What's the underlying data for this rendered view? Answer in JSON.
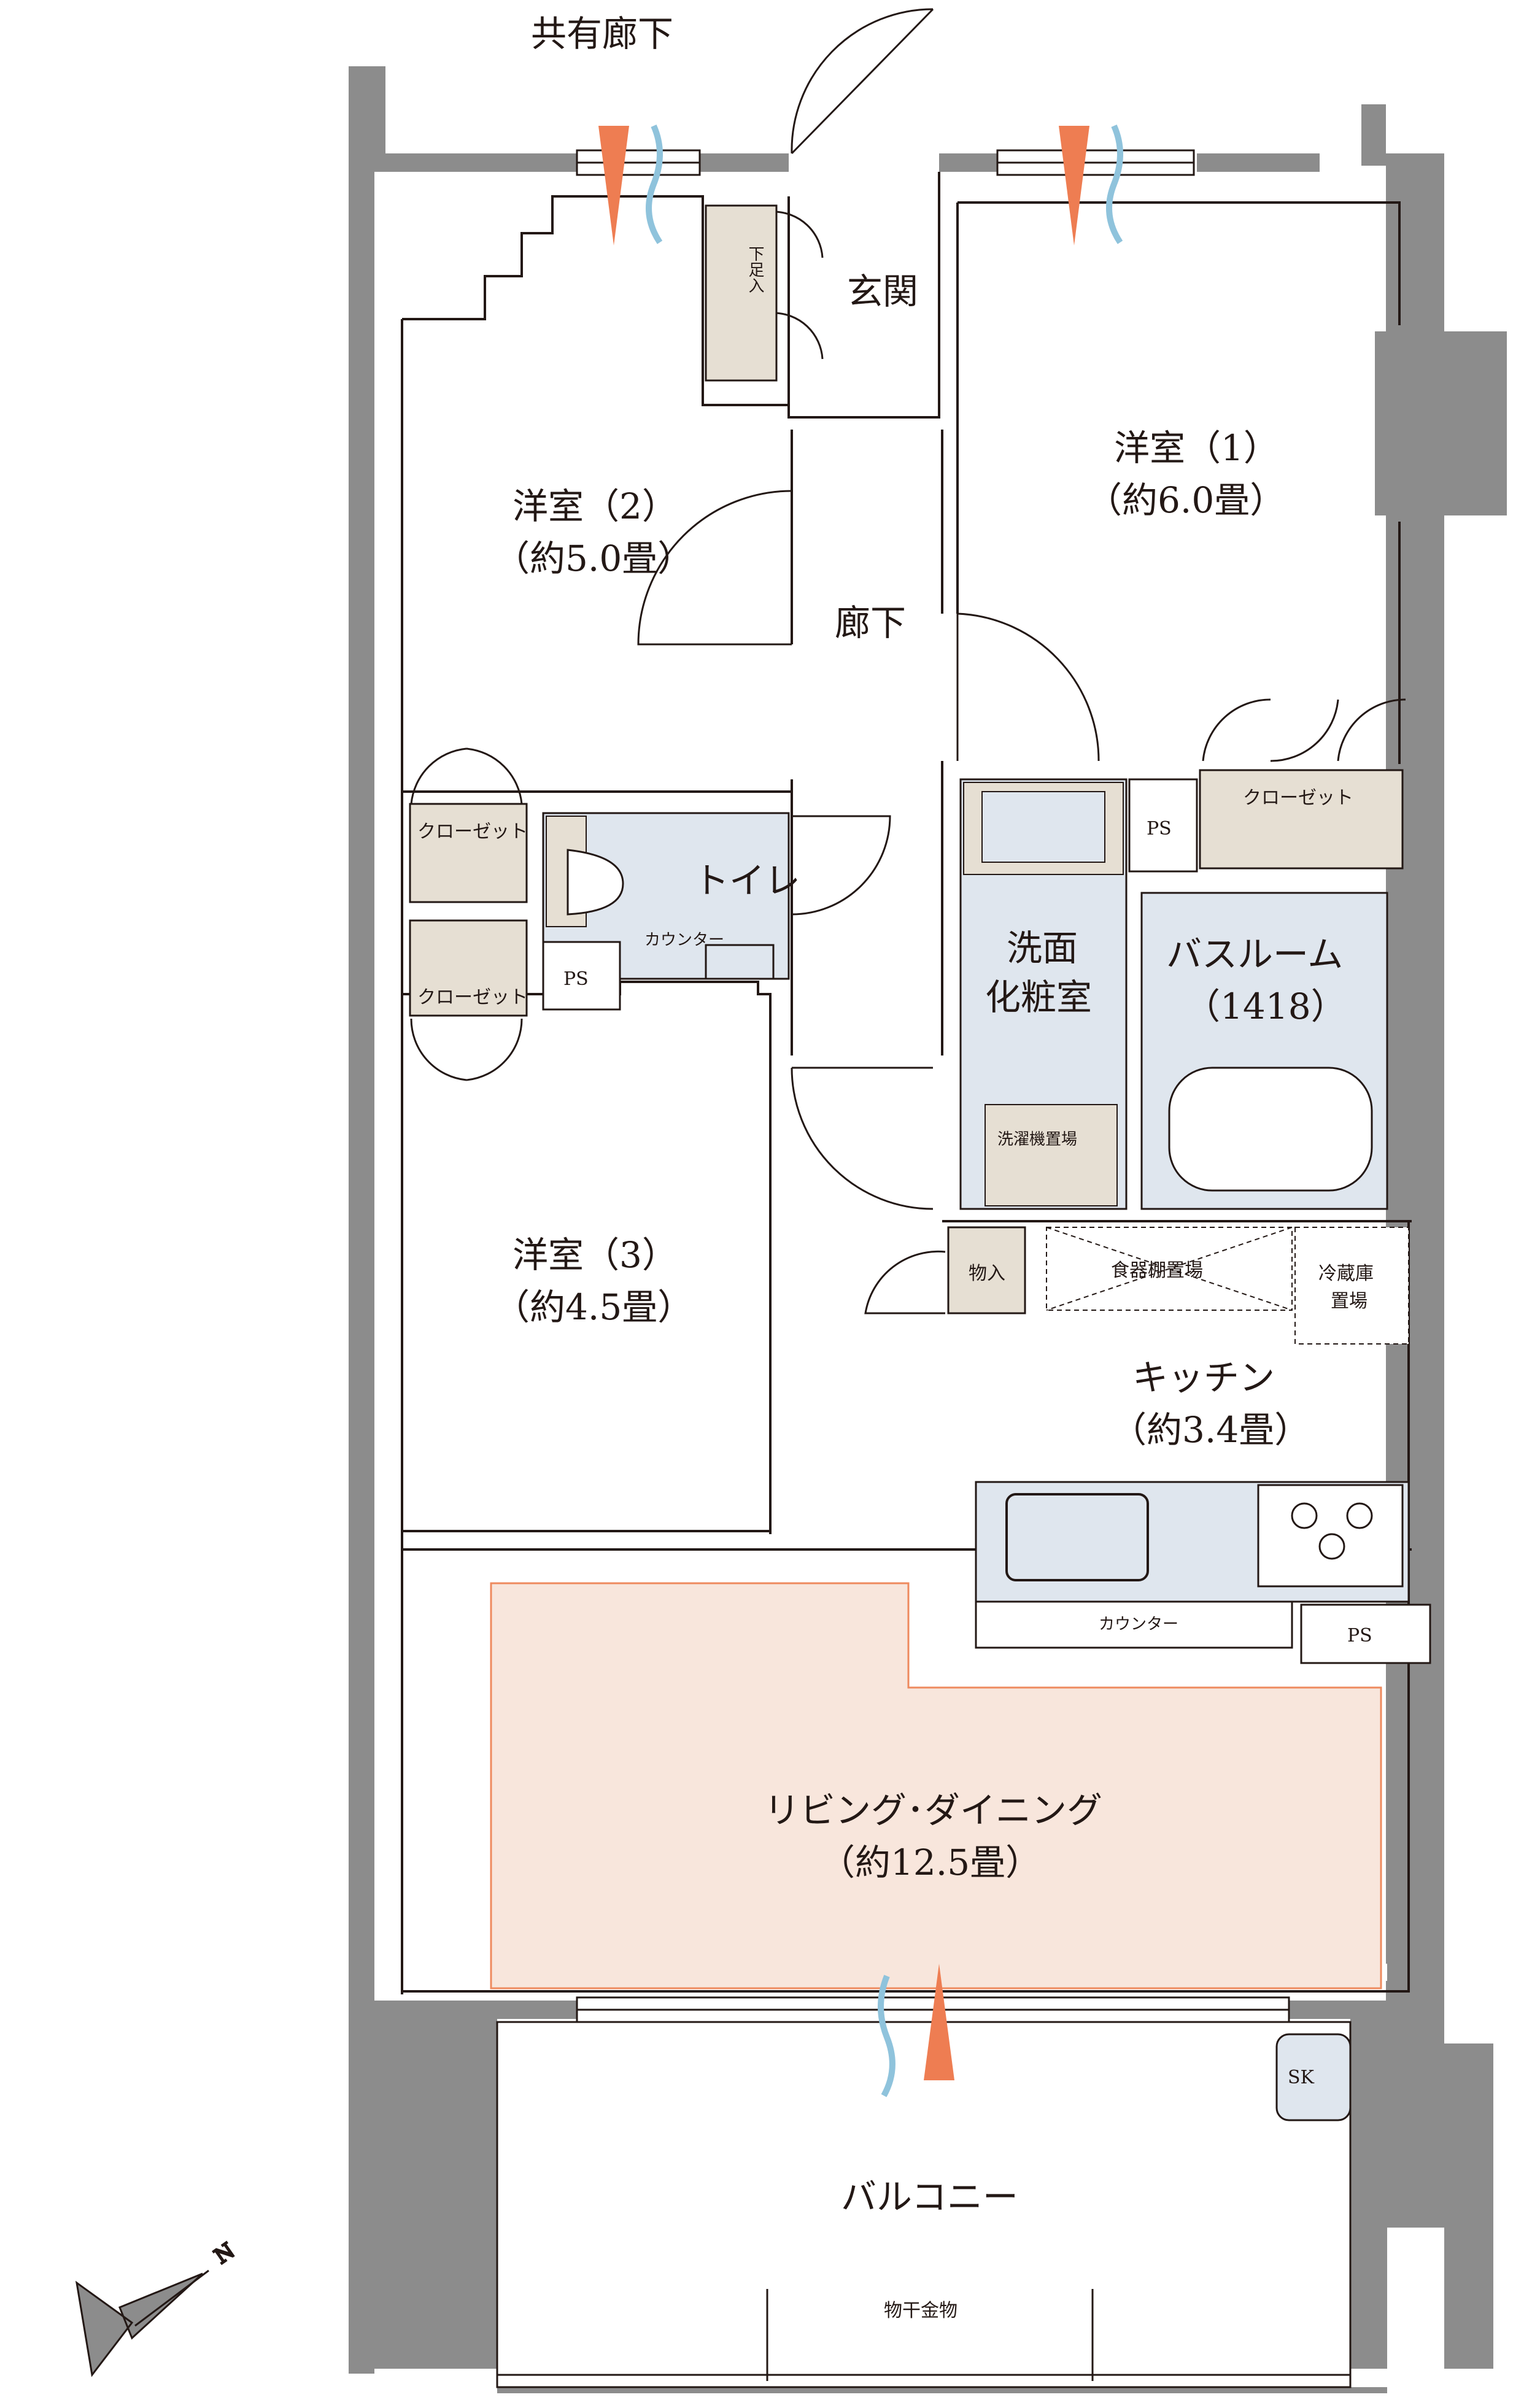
{
  "labels": {
    "corridor_shared": "共有廊下",
    "entrance": "玄関",
    "shoe_box": "下足入",
    "western1_name": "洋室（1）",
    "western1_size": "（約6.0畳）",
    "western2_name": "洋室（2）",
    "western2_size": "（約5.0畳）",
    "western3_name": "洋室（3）",
    "western3_size": "（約4.5畳）",
    "hallway": "廊下",
    "closet_1": "クローゼット",
    "closet_2a": "クローゼット",
    "closet_2b": "クローゼット",
    "toilet": "トイレ",
    "counter_toilet": "カウンター",
    "ps_toilet": "PS",
    "ps_wash": "PS",
    "ps_kitchen": "PS",
    "washroom_line1": "洗面",
    "washroom_line2": "化粧室",
    "laundry": "洗濯機置場",
    "bathroom": "バスルーム",
    "bathroom_size": "（1418）",
    "storage": "物入",
    "cupboard": "食器棚置場",
    "fridge_line1": "冷蔵庫",
    "fridge_line2": "置場",
    "kitchen_name": "キッチン",
    "kitchen_size": "（約3.4畳）",
    "counter_kitchen": "カウンター",
    "living_name": "リビング･ダイニング",
    "living_size": "（約12.5畳）",
    "balcony": "バルコニー",
    "sk": "SK",
    "drying_rack": "物干金物",
    "compass_n": "N"
  },
  "colors": {
    "wall": "#8c8c8c",
    "line": "#231815",
    "storage_fill": "#e6dfd3",
    "wet_fill": "#dfe6ee",
    "ldk_fill": "#f8e6dc",
    "ldk_stroke": "#ee8a5e",
    "airflow_in": "#ee7d52",
    "airflow_out": "#8fc3dc"
  }
}
